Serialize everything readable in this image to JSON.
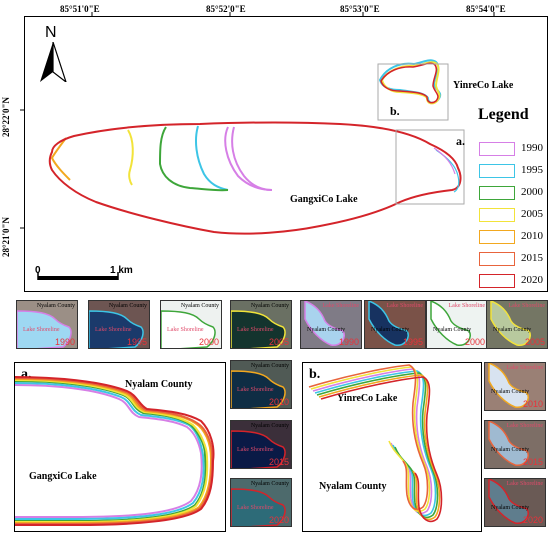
{
  "map": {
    "lon_ticks": [
      "85°51'0\"E",
      "85°52'0\"E",
      "85°53'0\"E",
      "85°54'0\"E"
    ],
    "lat_ticks": [
      "28°22'0\"N",
      "28°21'0\"N"
    ],
    "north_label": "N",
    "scale_labels": [
      "0",
      "1 km"
    ],
    "lake_labels": {
      "main": "GangxiCo Lake",
      "small": "YinreCo Lake"
    },
    "box_labels": {
      "a": "a.",
      "b": "b."
    }
  },
  "legend": {
    "title": "Legend",
    "items": [
      {
        "year": "1990",
        "color": "#d67fe6"
      },
      {
        "year": "1995",
        "color": "#3dc5e6"
      },
      {
        "year": "2000",
        "color": "#3ea63a"
      },
      {
        "year": "2005",
        "color": "#f2e33a"
      },
      {
        "year": "2010",
        "color": "#f2a81f"
      },
      {
        "year": "2015",
        "color": "#e8643c"
      },
      {
        "year": "2020",
        "color": "#d4242a"
      }
    ]
  },
  "thumbs_a": [
    {
      "year": "1990",
      "top": "Nyalam County",
      "mid": "Lake Shoreline",
      "bg": "#9b8f86",
      "water": "#9ed8f2",
      "line": "#d67fe6"
    },
    {
      "year": "1995",
      "top": "Nyalam County",
      "mid": "Lake Shoreline",
      "bg": "#6d5552",
      "water": "#1b3a6b",
      "line": "#3dc5e6"
    },
    {
      "year": "2000",
      "top": "Nyalam County",
      "mid": "Lake Shoreline",
      "bg": "#eef2f0",
      "water": "#ffffff",
      "line": "#3ea63a"
    },
    {
      "year": "2005",
      "top": "Nyalam County",
      "mid": "Lake Shoreline",
      "bg": "#6a7063",
      "water": "#14342e",
      "line": "#f2e33a"
    },
    {
      "year": "2010",
      "top": "Nyalam County",
      "mid": "Lake Shoreline",
      "bg": "#505a55",
      "water": "#0f2d44",
      "line": "#f2a81f"
    },
    {
      "year": "2015",
      "top": "Nyalam County",
      "mid": "Lake Shoreline",
      "bg": "#3b2f3a",
      "water": "#0a1a46",
      "line": "#d4242a"
    },
    {
      "year": "2020",
      "top": "Nyalam County",
      "mid": "Lake Shoreline",
      "bg": "#4d6a6c",
      "water": "#2d6b78",
      "line": "#d4242a"
    }
  ],
  "thumbs_b": [
    {
      "year": "1990",
      "top": "Lake Shoreline",
      "mid": "Nyalam County",
      "bg": "#7f7b86",
      "water": "#a9d3ee",
      "line": "#d67fe6"
    },
    {
      "year": "1995",
      "top": "Lake Shoreline",
      "mid": "Nyalam County",
      "bg": "#7a5248",
      "water": "#173260",
      "line": "#3dc5e6"
    },
    {
      "year": "2000",
      "top": "Lake Shoreline",
      "mid": "Nyalam County",
      "bg": "#eef3f1",
      "water": "#ffffff",
      "line": "#3ea63a"
    },
    {
      "year": "2005",
      "top": "Lake Shoreline",
      "mid": "Nyalam County",
      "bg": "#747664",
      "water": "#b8c99e",
      "line": "#f2e33a"
    },
    {
      "year": "2010",
      "top": "Lake Shoreline",
      "mid": "Nyalam County",
      "bg": "#9a8075",
      "water": "#d8e3f0",
      "line": "#f2a81f"
    },
    {
      "year": "2015",
      "top": "Lake Shoreline",
      "mid": "Nyalam County",
      "bg": "#7d6e66",
      "water": "#9fbad1",
      "line": "#e8643c"
    },
    {
      "year": "2020",
      "top": "Lake Shoreline",
      "mid": "Nyalam County",
      "bg": "#6a5a55",
      "water": "#5f7d8d",
      "line": "#d4242a"
    }
  ],
  "inset_a": {
    "label": "a.",
    "county": "Nyalam County",
    "lake": "GangxiCo Lake"
  },
  "inset_b": {
    "label": "b.",
    "lake": "YinreCo Lake",
    "county": "Nyalam County"
  }
}
